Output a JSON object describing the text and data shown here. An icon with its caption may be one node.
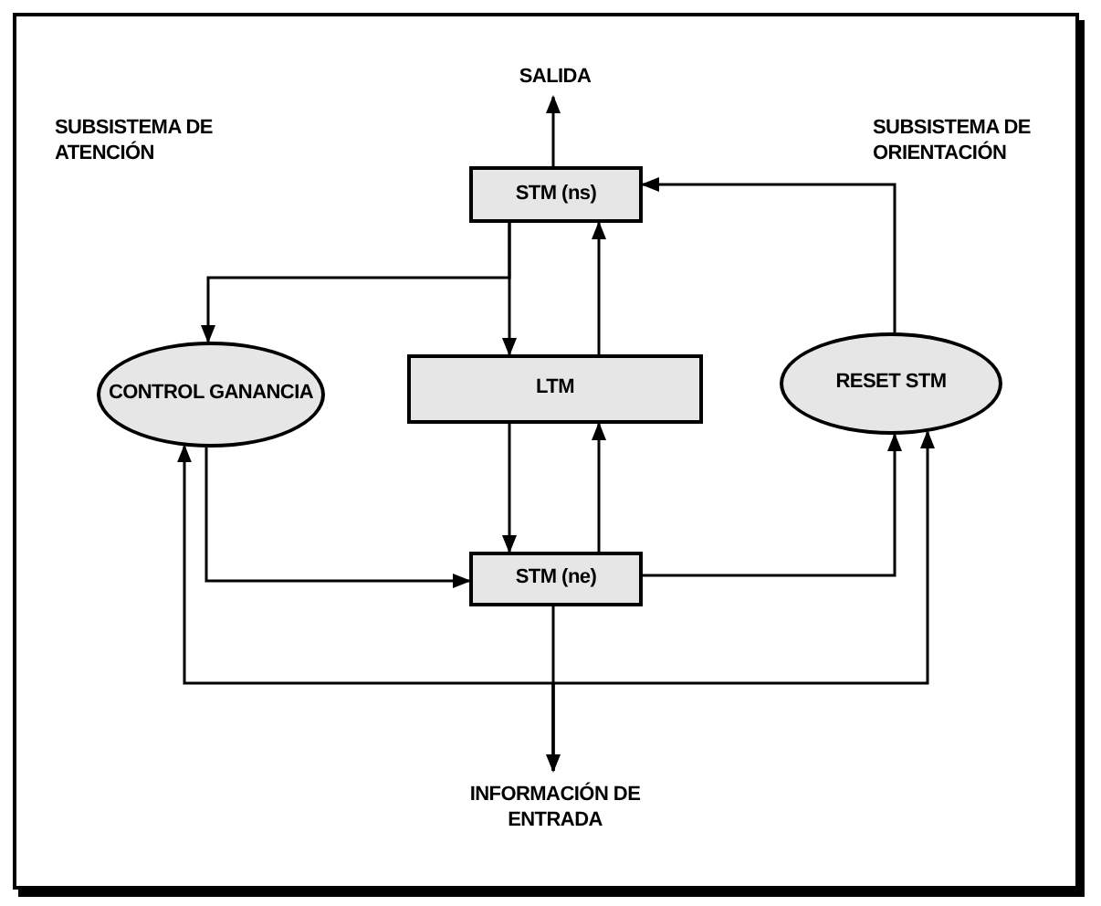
{
  "diagram": {
    "nodes": [
      {
        "text": [
          "SALIDA"
        ]
      },
      {
        "text": [
          "STM (ns)"
        ]
      },
      {
        "text": [
          "LTM"
        ]
      },
      {
        "text": [
          "CONTROL GANANCIA"
        ]
      },
      {
        "text": [
          "RESET STM"
        ]
      },
      {
        "text": [
          "STM (ne)"
        ]
      },
      {
        "text": [
          "INFORMACIÓN DE ENTRADA"
        ]
      }
    ],
    "edges": [
      {
        "from": 1,
        "to": 0,
        "arrow": "to"
      },
      {
        "from": 4,
        "to": 1,
        "arrow": "to"
      },
      {
        "from": 1,
        "to": 3,
        "arrow": "to"
      },
      {
        "from": 1,
        "to": 2,
        "arrow": "to"
      },
      {
        "from": 2,
        "to": 1,
        "arrow": "to"
      },
      {
        "from": 2,
        "to": 5,
        "arrow": "to"
      },
      {
        "from": 5,
        "to": 2,
        "arrow": "to"
      },
      {
        "from": 3,
        "to": 5,
        "arrow": "to"
      },
      {
        "from": 5,
        "to": 4,
        "arrow": "to"
      },
      {
        "from": 5,
        "to": 6,
        "arrow": "to"
      },
      {
        "from": 6,
        "to": 3,
        "arrow": "to"
      },
      {
        "from": 6,
        "to": 4,
        "arrow": "to"
      }
    ],
    "labels": [
      "SUBSISTEMA DE ATENCIÓN",
      "SUBSISTEMA DE ORIENTACIÓN"
    ]
  }
}
